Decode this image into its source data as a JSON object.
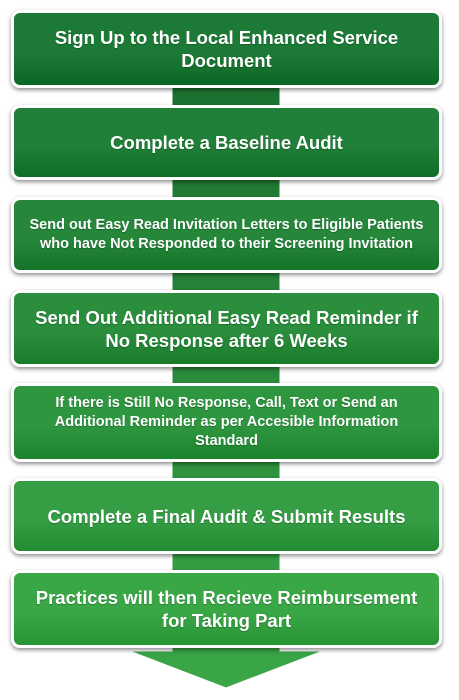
{
  "steps": [
    {
      "text": "Sign Up to the Local Enhanced Service Document",
      "color": "#1c7a36"
    },
    {
      "text": "Complete a Baseline Audit",
      "color": "#207f38"
    },
    {
      "text": "Send out Easy Read Invitation Letters to Eligible Patients who have Not Responded to their Screening Invitation",
      "color": "#26873b"
    },
    {
      "text": "Send Out Additional Easy Read Reminder if No Response after 6 Weeks",
      "color": "#2a8e3d"
    },
    {
      "text": "If there is Still No Response, Call, Text or Send an Additional Reminder as per Accesible Information Standard",
      "color": "#2f9640"
    },
    {
      "text": "Complete a Final Audit & Submit Results",
      "color": "#359e44"
    },
    {
      "text": "Practices will then Recieve Reimbursement for Taking Part",
      "color": "#3aa747"
    }
  ],
  "arrow_color": "#3aa747"
}
